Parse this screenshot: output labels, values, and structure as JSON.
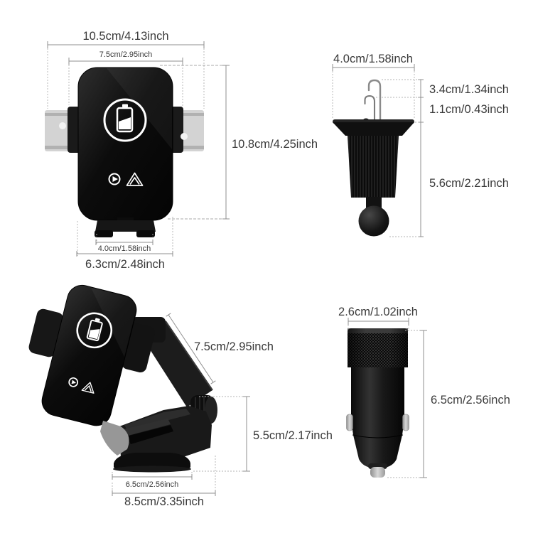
{
  "page": {
    "background": "#ffffff",
    "type": "product dimension diagram"
  },
  "colors": {
    "dim_line": "#8f8f8f",
    "label_text": "#3a3a3a",
    "product": "#111111",
    "ghost_arm": "#b0b0b0",
    "silver": "#c0c0c0"
  },
  "views": {
    "front_holder": {
      "name": "wireless charging phone holder - front view",
      "dims": {
        "outer_width": "10.5cm/4.13inch",
        "inner_width": "7.5cm/2.95inch",
        "height": "10.8cm/4.25inch",
        "foot_width": "4.0cm/1.58inch",
        "bottom_width": "6.3cm/2.48inch"
      },
      "icons": [
        "battery-charging-icon",
        "play-icon",
        "android-auto-icon"
      ]
    },
    "vent_clip": {
      "name": "air vent hook clip mount",
      "dims": {
        "top_width": "4.0cm/1.58inch",
        "hook_height": "3.4cm/1.34inch",
        "small_hook_height": "1.1cm/0.43inch",
        "body_height": "5.6cm/2.21inch"
      }
    },
    "side_holder": {
      "name": "holder on telescopic suction base - side view",
      "dims": {
        "arm_length": "7.5cm/2.95inch",
        "base_height": "5.5cm/2.17inch",
        "suction_width": "6.5cm/2.56inch",
        "base_width": "8.5cm/3.35inch"
      }
    },
    "car_charger": {
      "name": "car cigarette-lighter charger",
      "dims": {
        "width": "2.6cm/1.02inch",
        "height": "6.5cm/2.56inch"
      }
    }
  }
}
